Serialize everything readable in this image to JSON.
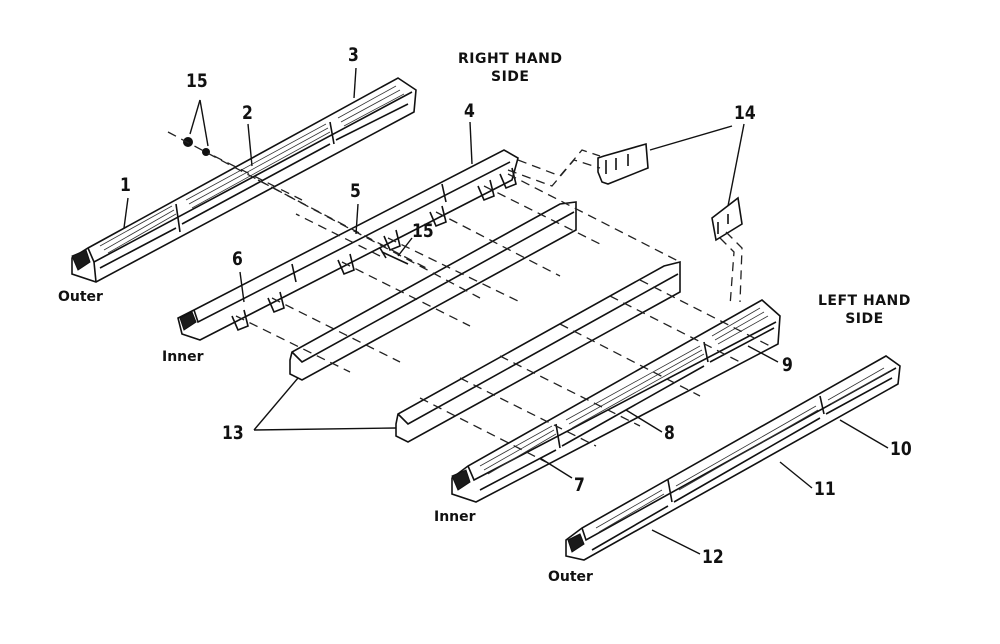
{
  "diagram": {
    "right_hand_side": [
      "RIGHT HAND",
      "SIDE"
    ],
    "left_hand_side": [
      "LEFT HAND",
      "SIDE"
    ],
    "part_labels": {
      "p1": "1",
      "p2": "2",
      "p3": "3",
      "p4": "4",
      "p5": "5",
      "p6": "6",
      "p7": "7",
      "p8": "8",
      "p9": "9",
      "p10": "10",
      "p11": "11",
      "p12": "12",
      "p13": "13",
      "p14": "14",
      "p15a": "15",
      "p15b": "15"
    },
    "position_labels": {
      "outer_right": "Outer",
      "inner_right": "Inner",
      "inner_left": "Inner",
      "outer_left": "Outer"
    }
  }
}
